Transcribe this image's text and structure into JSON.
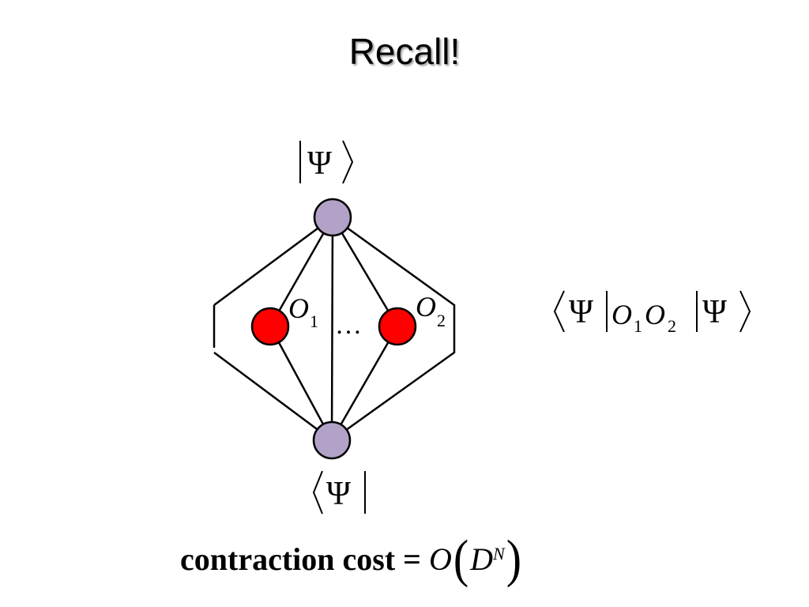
{
  "slide": {
    "title": "Recall!"
  },
  "diagram": {
    "ket_label": {
      "psi": "Ψ"
    },
    "bra_label": {
      "psi": "Ψ"
    },
    "operators": [
      {
        "symbol": "O",
        "subscript": "1"
      },
      {
        "symbol": "O",
        "subscript": "2"
      }
    ],
    "ellipsis": "…",
    "colors": {
      "state_node": "#b3a2c7",
      "operator_node": "#ff0000",
      "edge": "#000000"
    }
  },
  "expectation": {
    "psi_left": "Ψ",
    "op1_symbol": "O",
    "op1_sub": "1",
    "op2_symbol": "O",
    "op2_sub": "2",
    "psi_right": "Ψ"
  },
  "cost": {
    "label": "contraction cost =",
    "big_o": "O",
    "base": "D",
    "exponent": "N"
  }
}
